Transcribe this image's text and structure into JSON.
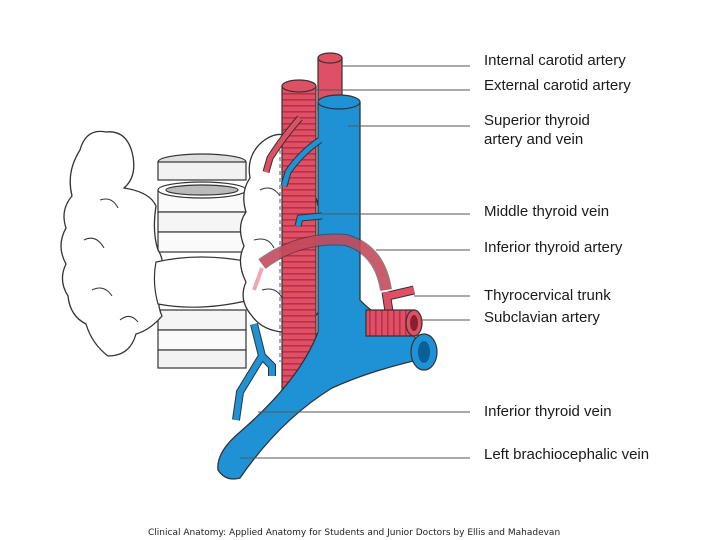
{
  "labels": {
    "internal_carotid": "Internal carotid artery",
    "external_carotid": "External carotid artery",
    "superior_thyroid_line1": "Superior thyroid",
    "superior_thyroid_line2": "artery and vein",
    "middle_thyroid_vein": "Middle thyroid vein",
    "inferior_thyroid_artery": "Inferior thyroid artery",
    "thyrocervical_trunk": "Thyrocervical trunk",
    "subclavian_artery": "Subclavian artery",
    "inferior_thyroid_vein": "Inferior thyroid vein",
    "left_brachiocephalic_vein": "Left brachiocephalic vein"
  },
  "credit": "Clinical Anatomy: Applied Anatomy for Students and Junior Doctors by Ellis and Mahadevan",
  "colors": {
    "artery": "#e05064",
    "artery_stripe": "#b8304a",
    "vein": "#1f92d6",
    "vein_dark": "#0c5f96",
    "outline": "#333333",
    "leader_line": "#555555"
  }
}
